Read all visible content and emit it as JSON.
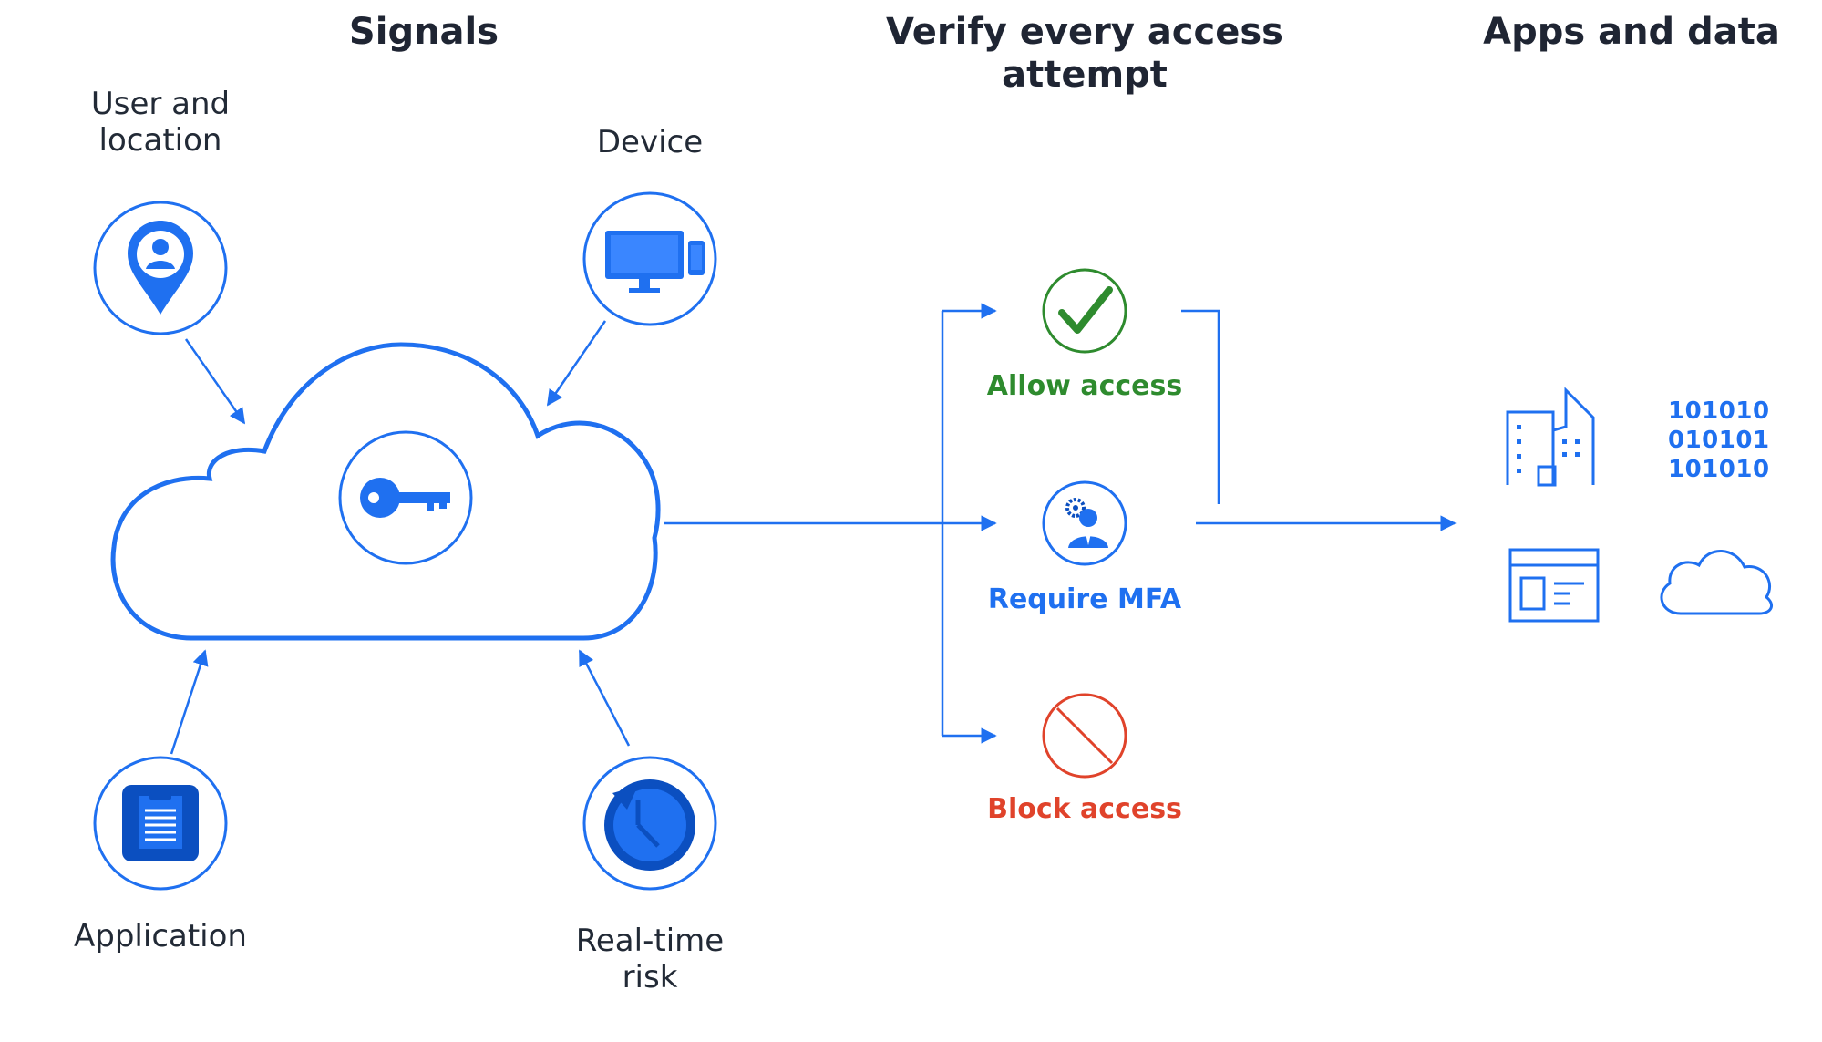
{
  "headings": {
    "signals": "Signals",
    "verify": "Verify every access\nattempt",
    "apps": "Apps and data"
  },
  "signals": {
    "user_location": "User and\nlocation",
    "device": "Device",
    "application": "Application",
    "realtime_risk": "Real-time\nrisk"
  },
  "outcomes": {
    "allow": "Allow access",
    "mfa": "Require MFA",
    "block": "Block access"
  },
  "apps": {
    "binary_lines": [
      "101010",
      "010101",
      "101010"
    ]
  },
  "colors": {
    "blue": "#1f70f0",
    "dark_blue": "#0b4fc0",
    "green": "#2e8b2e",
    "red": "#e0432b",
    "text": "#222a36"
  }
}
